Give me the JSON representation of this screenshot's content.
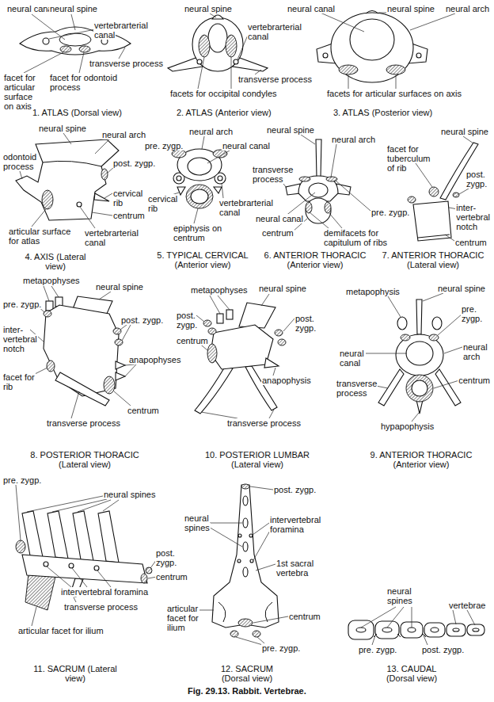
{
  "diagram": {
    "caption": "Fig. 29.13. Rabbit. Vertebrae.",
    "labels": [
      "neural canal",
      "neural spine",
      "vertebrarterial canal",
      "transverse process",
      "facet for articular surface on axis",
      "facet for odontoid process",
      "1. ATLAS (Dorsal view)",
      "neural spine",
      "vertebrarterial canal",
      "transverse process",
      "facets for occipital condyles",
      "2. ATLAS (Anterior view)",
      "neural canal",
      "neural spine",
      "neural arch",
      "facets for articular surfaces on axis",
      "3. ATLAS (Posterior view)",
      "neural spine",
      "neural arch",
      "odontoid process",
      "post. zygp.",
      "cervical rib",
      "centrum",
      "articular surface for atlas",
      "vertebrarterial canal",
      "4. AXIS (Lateral view)",
      "neural arch",
      "pre. zygp.",
      "neural canal",
      "cervical rib",
      "vertebrarterial canal",
      "epiphysis on centrum",
      "5. TYPICAL CERVICAL (Anterior view)",
      "neural spine",
      "neural arch",
      "transverse process",
      "pre. zygp.",
      "neural canal",
      "centrum",
      "demifacets for capitulum of ribs",
      "6. ANTERIOR THORACIC (Anterior view)",
      "neural spine",
      "facet for tuberculum of rib",
      "post. zygp.",
      "inter- vertebral notch",
      "centrum",
      "7. ANTERIOR THORACIC (Lateral view)",
      "metapophyses",
      "neural spine",
      "pre. zygp.",
      "post. zygp.",
      "inter- vertebral notch",
      "anapophyses",
      "facet for rib",
      "transverse process",
      "centrum",
      "8. POSTERIOR THORACIC (Lateral view)",
      "metapophyses",
      "neural spine",
      "post. zygp.",
      "post. zygp.",
      "centrum",
      "anapophysis",
      "transverse process",
      "10. POSTERIOR LUMBAR (Lateral view)",
      "metapophysis",
      "neural spine",
      "pre. zygp.",
      "neural canal",
      "neural arch",
      "transverse process",
      "centrum",
      "hypapophysis",
      "9. ANTERIOR THORACIC (Anterior view)",
      "pre. zygp.",
      "neural spines",
      "post. zygp.",
      "centrum",
      "intervertebral foramina",
      "transverse process",
      "articular facet for ilium",
      "11. SACRUM (Lateral view)",
      "post. zygp.",
      "neural spines",
      "intervertebral foramina",
      "1st sacral vertebra",
      "articular facet for ilium",
      "centrum",
      "pre. zygp.",
      "12. SACRUM (Dorsal view)",
      "neural spines",
      "vertebrae",
      "pre. zygp.",
      "post. zygp.",
      "13. CAUDAL (Dorsal view)"
    ]
  }
}
